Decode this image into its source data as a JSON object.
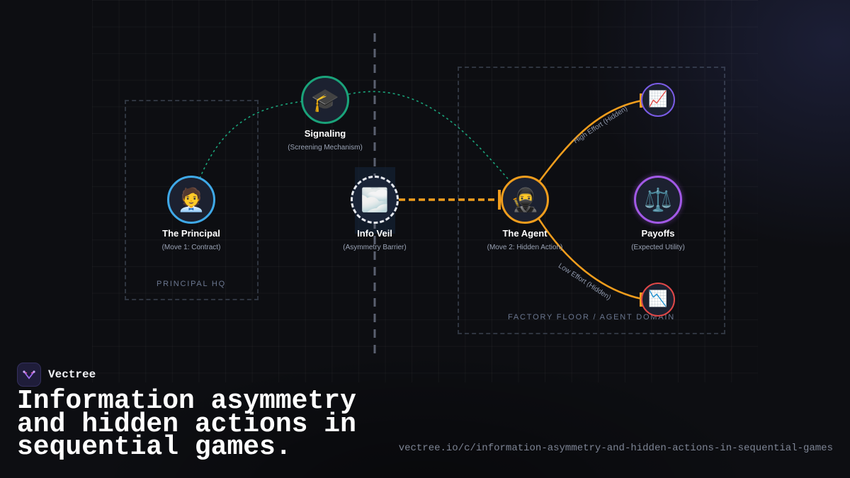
{
  "diagram": {
    "zones": {
      "principal_hq": {
        "label": "PRINCIPAL HQ"
      },
      "agent_domain": {
        "label": "FACTORY FLOOR / AGENT DOMAIN"
      }
    },
    "nodes": {
      "principal": {
        "title": "The Principal",
        "subtitle": "(Move 1: Contract)",
        "icon": "person-office-worker-icon",
        "glyph": "🧑‍💼",
        "color": "#3fa9e8"
      },
      "signaling": {
        "title": "Signaling",
        "subtitle": "(Screening Mechanism)",
        "icon": "graduation-cap-icon",
        "glyph": "🎓",
        "color": "#1aa37a"
      },
      "info_veil": {
        "title": "Info Veil",
        "subtitle": "(Asymmetry Barrier)",
        "icon": "fog-icon",
        "glyph": "🌫️",
        "color": "#e6e9ef"
      },
      "agent": {
        "title": "The Agent",
        "subtitle": "(Move 2: Hidden Action)",
        "icon": "ninja-icon",
        "glyph": "🥷",
        "color": "#f09d1d"
      },
      "payoffs": {
        "title": "Payoffs",
        "subtitle": "(Expected Utility)",
        "icon": "balance-scale-icon",
        "glyph": "⚖️",
        "color": "#a259e6"
      },
      "high_outcome": {
        "icon": "chart-increasing-icon",
        "glyph": "📈",
        "color": "#7a5ce6"
      },
      "low_outcome": {
        "icon": "chart-decreasing-icon",
        "glyph": "📉",
        "color": "#e04848"
      }
    },
    "edges": {
      "high_effort_label": "High Effort (Hidden)",
      "low_effort_label": "Low Effort (Hidden)",
      "signal_color": "#1aa37a",
      "action_color": "#f09d1d"
    }
  },
  "brand": {
    "name": "Vectree",
    "logo_icon": "vectree-logo-icon"
  },
  "headline": "Information asymmetry and hidden actions in sequential games.",
  "url": "vectree.io/c/information-asymmetry-and-hidden-actions-in-sequential-games"
}
